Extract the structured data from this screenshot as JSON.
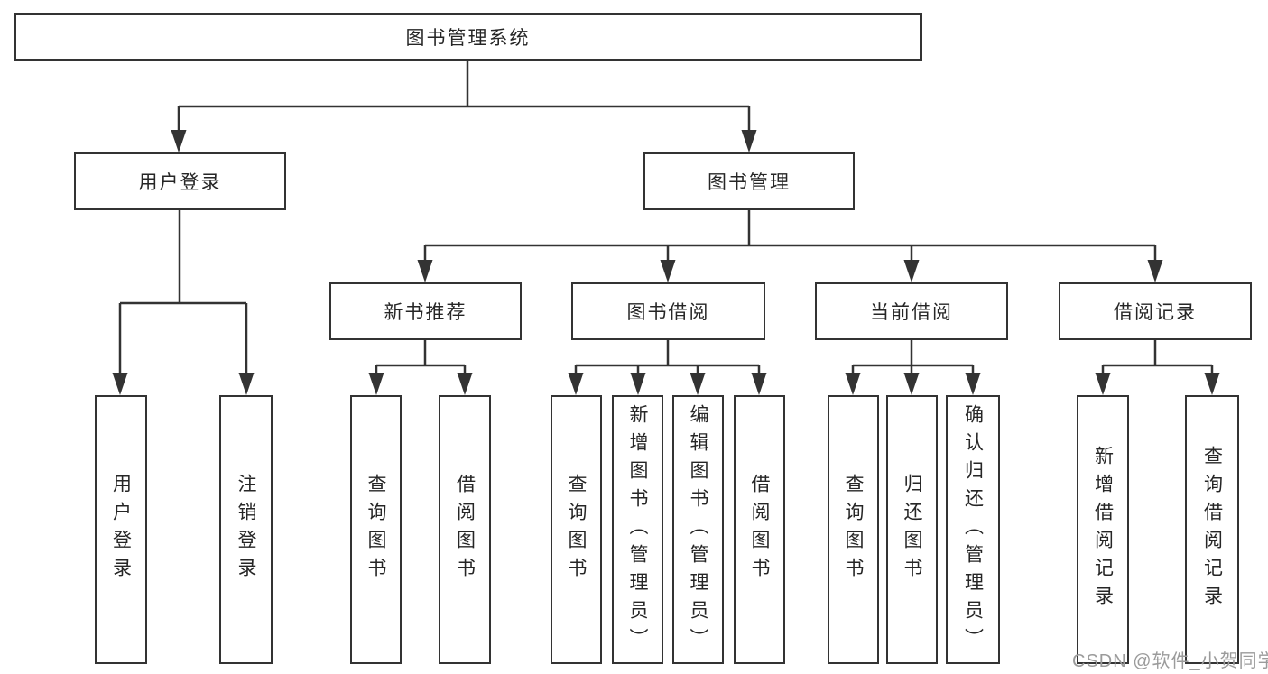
{
  "tree": {
    "root": "图书管理系统",
    "branches": [
      {
        "label": "用户登录",
        "children": [
          {
            "label": "用户登录"
          },
          {
            "label": "注销登录"
          }
        ]
      },
      {
        "label": "图书管理",
        "children": [
          {
            "label": "新书推荐",
            "children": [
              {
                "label": "查询图书"
              },
              {
                "label": "借阅图书"
              }
            ]
          },
          {
            "label": "图书借阅",
            "children": [
              {
                "label": "查询图书"
              },
              {
                "label": "新增图书（管理员）"
              },
              {
                "label": "编辑图书（管理员）"
              },
              {
                "label": "借阅图书"
              }
            ]
          },
          {
            "label": "当前借阅",
            "children": [
              {
                "label": "查询图书"
              },
              {
                "label": "归还图书"
              },
              {
                "label": "确认归还（管理员）"
              }
            ]
          },
          {
            "label": "借阅记录",
            "children": [
              {
                "label": "新增借阅记录"
              },
              {
                "label": "查询借阅记录"
              }
            ]
          }
        ]
      }
    ]
  },
  "watermark": "CSDN @软件_小贺同学",
  "colors": {
    "line": "#333333",
    "text": "#262626",
    "background": "#ffffff",
    "watermark_gray": "#9b9b9b"
  }
}
